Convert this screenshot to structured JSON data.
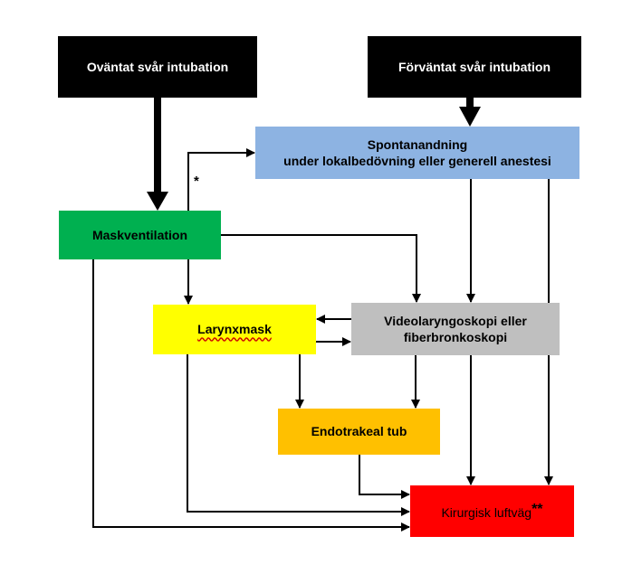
{
  "nodes": {
    "unexpected": "Oväntat svår intubation",
    "expected": "Förväntat svår intubation",
    "spontaneous_line1": "Spontanandning",
    "spontaneous_line2": "under lokalbedövning eller generell anestesi",
    "mask": "Maskventilation",
    "larynx": "Larynxmask",
    "video_line1": "Videolaryngoskopi eller",
    "video_line2": "fiberbronkoskopi",
    "endo": "Endotrakeal tub",
    "surgical": "Kirurgisk luftväg",
    "surgical_mark": "**"
  },
  "annotations": {
    "asterisk": "*"
  },
  "colors": {
    "start": "#000000",
    "spontaneous": "#8db3e2",
    "mask": "#00b050",
    "larynx": "#ffff00",
    "video": "#bfbfbf",
    "endo": "#ffc000",
    "surgical": "#ff0000"
  }
}
